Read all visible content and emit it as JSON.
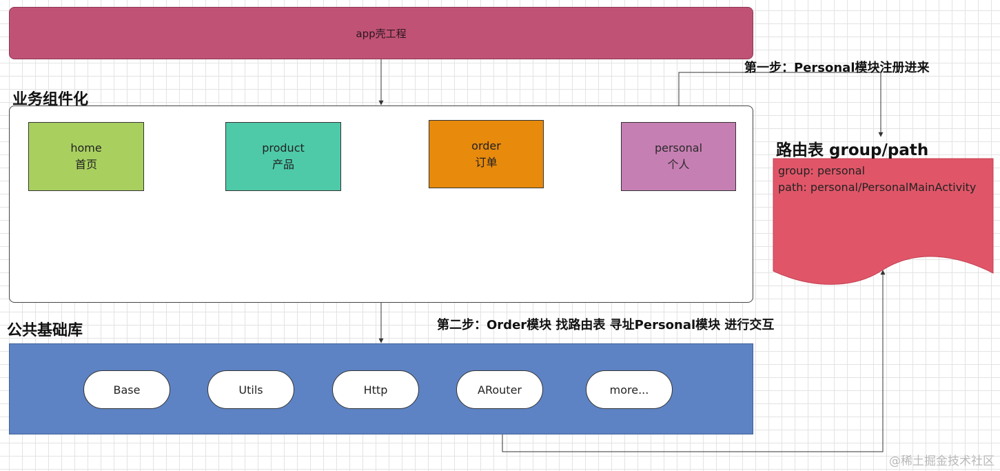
{
  "app_shell": {
    "label": "app壳工程"
  },
  "business": {
    "title": "业务组件化",
    "modules": [
      {
        "id": "home",
        "en": "home",
        "zh": "首页",
        "color": "#a9d05f"
      },
      {
        "id": "product",
        "en": "product",
        "zh": "产品",
        "color": "#4ecaa9"
      },
      {
        "id": "order",
        "en": "order",
        "zh": "订单",
        "color": "#e88a0c"
      },
      {
        "id": "personal",
        "en": "personal",
        "zh": "个人",
        "color": "#c67fb3"
      }
    ]
  },
  "common": {
    "title": "公共基础库",
    "color": "#5d83c4",
    "items": [
      "Base",
      "Utils",
      "Http",
      "ARouter",
      "more..."
    ]
  },
  "route_table": {
    "title": "路由表 group/path",
    "color": "#e05668",
    "lines": [
      "group: personal",
      "path: personal/PersonalMainActivity"
    ]
  },
  "steps": {
    "step1": "第一步：Personal模块注册进来",
    "step2": "第二步：Order模块 找路由表 寻址Personal模块 进行交互"
  },
  "watermark": "@稀土掘金技术社区"
}
